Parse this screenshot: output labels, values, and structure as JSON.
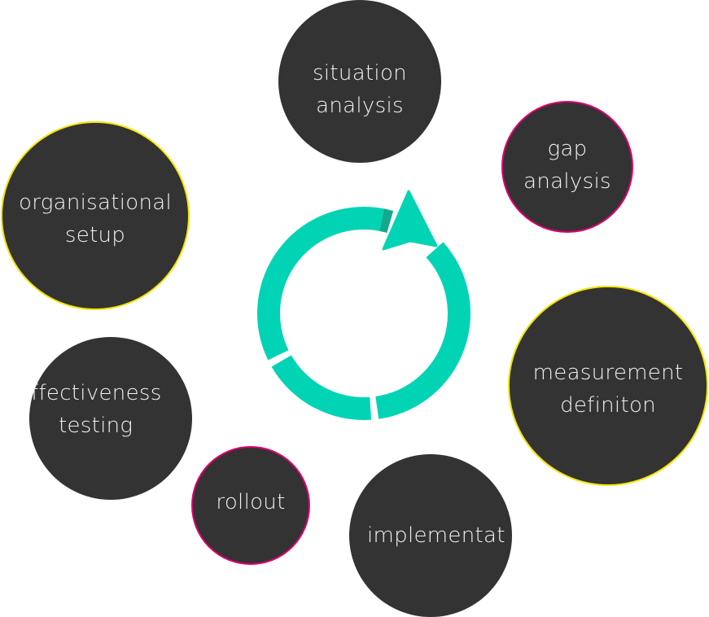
{
  "diagram": {
    "type": "cycle-process",
    "accent_color": "#00d4b4",
    "node_fill": "#333333",
    "text_color": "#f2f2f2",
    "nodes": [
      {
        "id": "situation-analysis",
        "lines": [
          "situation",
          "analysis"
        ],
        "border": "none"
      },
      {
        "id": "gap-analysis",
        "lines": [
          "gap",
          "analysis"
        ],
        "border": "#e0006e"
      },
      {
        "id": "measurement-definition",
        "lines": [
          "measurement",
          "definiton"
        ],
        "border": "#f5e400"
      },
      {
        "id": "implementation",
        "lines": [
          "implementat"
        ],
        "border": "none"
      },
      {
        "id": "rollout",
        "lines": [
          "rollout"
        ],
        "border": "#e0006e"
      },
      {
        "id": "effectiveness-testing",
        "lines": [
          "ffectiveness",
          "testing"
        ],
        "border": "none"
      },
      {
        "id": "organisational-setup",
        "lines": [
          "organisational",
          "setup"
        ],
        "border": "#f5e400"
      }
    ]
  }
}
